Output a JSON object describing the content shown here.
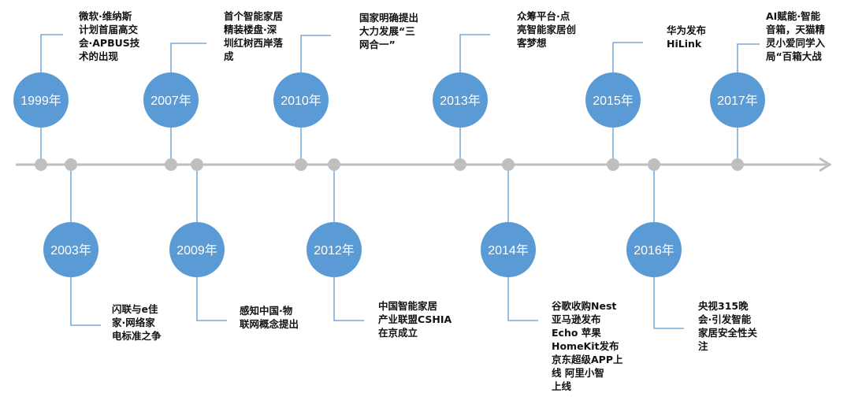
{
  "colors": {
    "axis": "#bfbfbf",
    "node": "#bfbfbf",
    "connector": "#5b9bd5",
    "circle": "#5b9bd5",
    "circle_text": "#ffffff",
    "event_text": "#111111"
  },
  "events": [
    {
      "year": "1999年",
      "text": "微软·维纳斯\n计划首届高交\n会·APBUS技\n术的出现"
    },
    {
      "year": "2003年",
      "text": "闪联与e佳\n家·网络家\n电标准之争"
    },
    {
      "year": "2007年",
      "text": "首个智能家居\n精装楼盘·深\n圳红树西岸落\n成"
    },
    {
      "year": "2009年",
      "text": "感知中国·物\n联网概念提出"
    },
    {
      "year": "2010年",
      "text": "国家明确提出\n大力发展“三\n网合一”"
    },
    {
      "year": "2012年",
      "text": "中国智能家居\n产业联盟CSHIA\n在京成立"
    },
    {
      "year": "2013年",
      "text": "众筹平台·点\n亮智能家居创\n客梦想"
    },
    {
      "year": "2014年",
      "text": "谷歌收购Nest\n亚马逊发布\nEcho  苹果\nHomeKit发布\n京东超级APP上\n线  阿里小智\n上线"
    },
    {
      "year": "2015年",
      "text": "华为发布\nHiLink"
    },
    {
      "year": "2016年",
      "text": "央视315晚\n会·引发智能\n家居安全性关\n注"
    },
    {
      "year": "2017年",
      "text": "AI赋能·智能\n音箱，天猫精\n灵小爱同学入\n局“百箱大战"
    }
  ]
}
